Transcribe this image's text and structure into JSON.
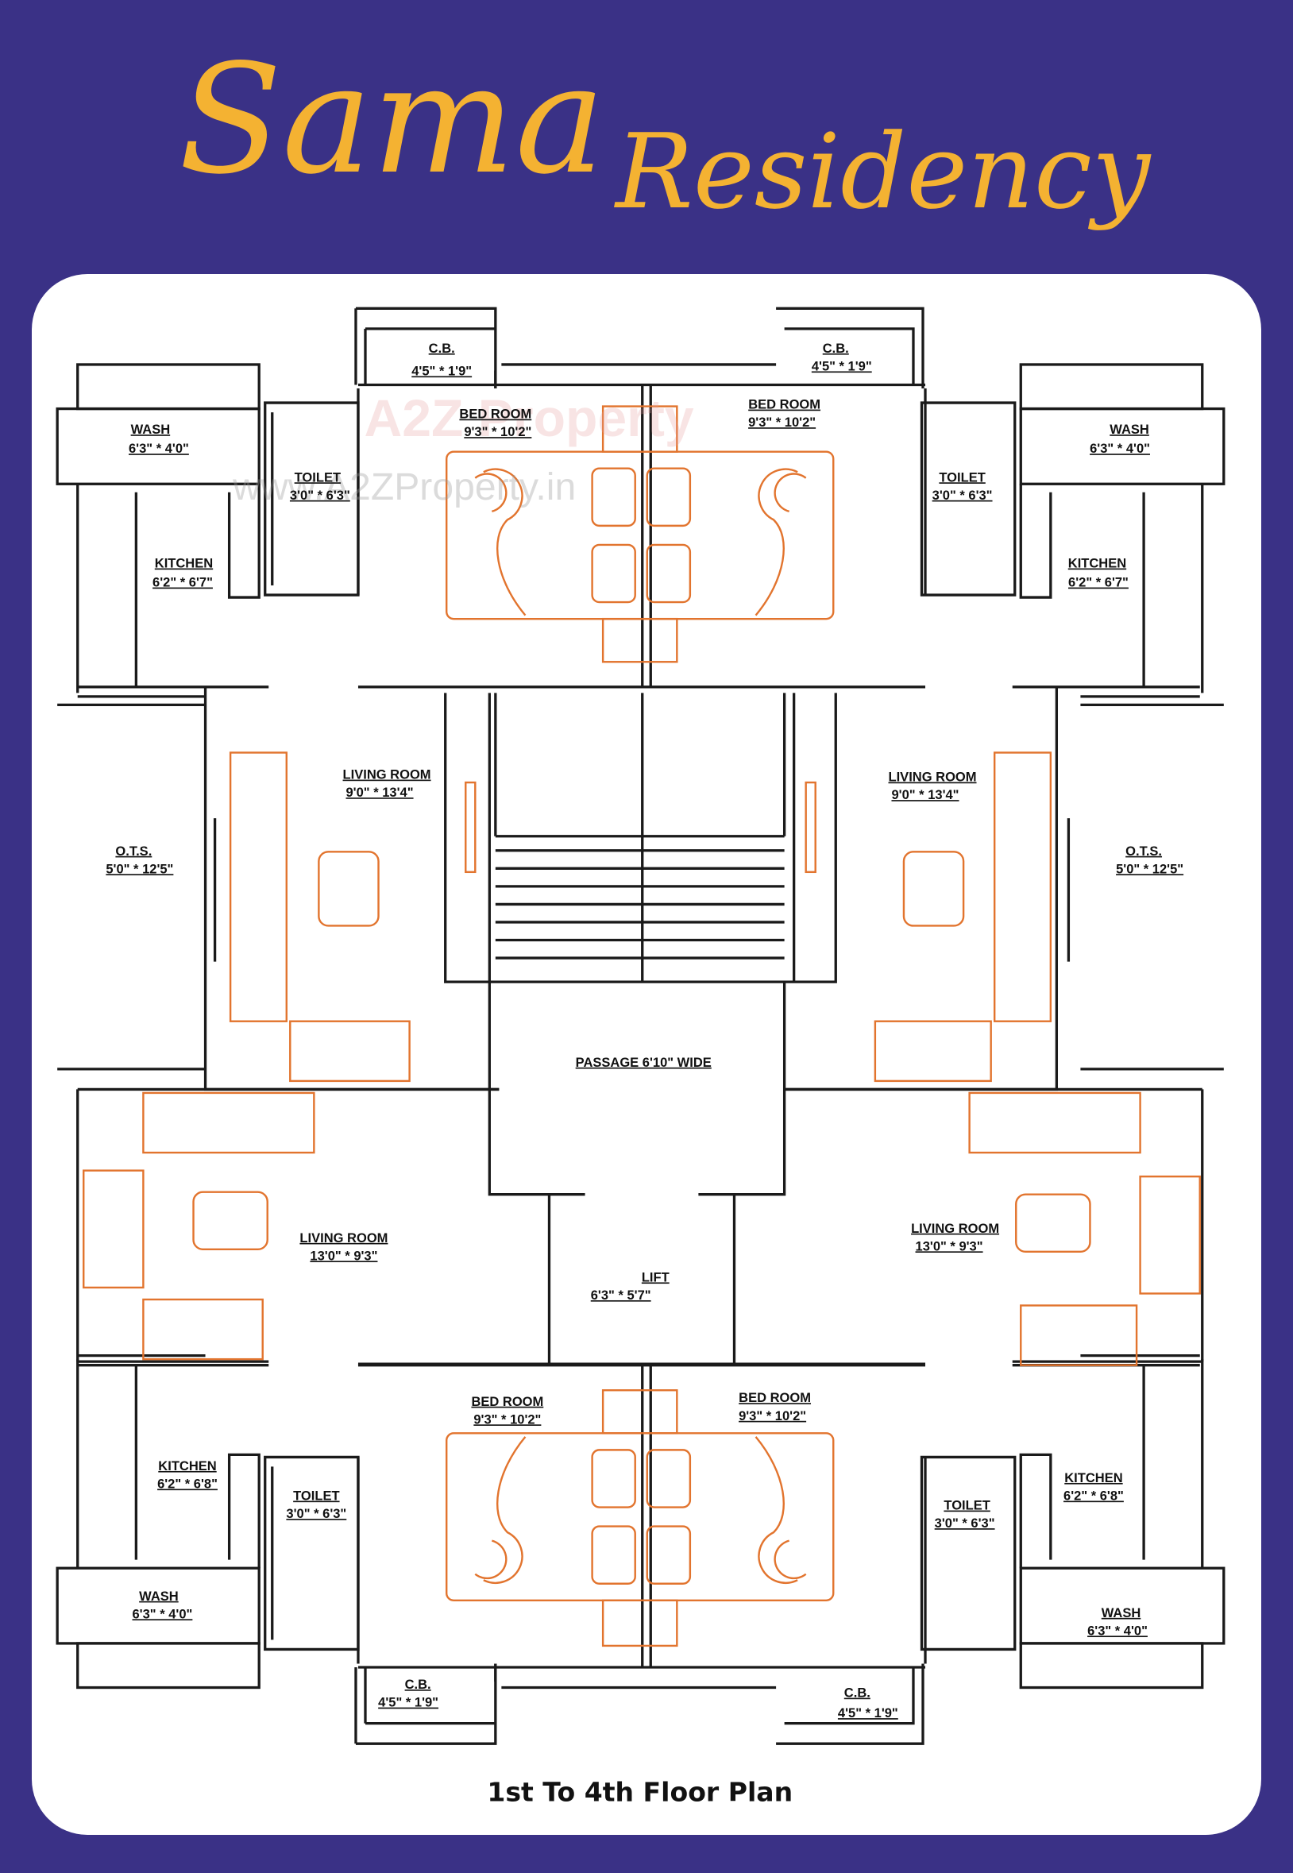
{
  "header": {
    "brand_word1": "Sama",
    "brand_word2": "Residency"
  },
  "colors": {
    "background": "#3a3186",
    "brand": "#f4b232",
    "furniture": "#e2742e",
    "walls": "#1a1a1a"
  },
  "watermark": {
    "logo": "A2Z Property",
    "url": "www.A2ZProperty.in"
  },
  "plan": {
    "title": "1st To 4th Floor Plan",
    "rooms": [
      {
        "name": "C.B.",
        "size": "4'5\" * 1'9\""
      },
      {
        "name": "C.B.",
        "size": "4'5\" * 1'9\""
      },
      {
        "name": "BED ROOM",
        "size": "9'3\" * 10'2\""
      },
      {
        "name": "BED ROOM",
        "size": "9'3\" * 10'2\""
      },
      {
        "name": "WASH",
        "size": "6'3\" * 4'0\""
      },
      {
        "name": "WASH",
        "size": "6'3\" * 4'0\""
      },
      {
        "name": "TOILET",
        "size": "3'0\" * 6'3\""
      },
      {
        "name": "TOILET",
        "size": "3'0\" * 6'3\""
      },
      {
        "name": "KITCHEN",
        "size": "6'2\" * 6'7\""
      },
      {
        "name": "KITCHEN",
        "size": "6'2\" * 6'7\""
      },
      {
        "name": "O.T.S.",
        "size": "5'0\" * 12'5\""
      },
      {
        "name": "O.T.S.",
        "size": "5'0\" * 12'5\""
      },
      {
        "name": "LIVING ROOM",
        "size": "9'0\" * 13'4\""
      },
      {
        "name": "LIVING ROOM",
        "size": "9'0\" * 13'4\""
      },
      {
        "name": "PASSAGE 6'10\" WIDE",
        "size": ""
      },
      {
        "name": "LIVING ROOM",
        "size": "13'0\" * 9'3\""
      },
      {
        "name": "LIVING ROOM",
        "size": "13'0\" * 9'3\""
      },
      {
        "name": "LIFT",
        "size": "6'3\" * 5'7\""
      },
      {
        "name": "BED ROOM",
        "size": "9'3\" * 10'2\""
      },
      {
        "name": "BED ROOM",
        "size": "9'3\" * 10'2\""
      },
      {
        "name": "KITCHEN",
        "size": "6'2\" * 6'8\""
      },
      {
        "name": "KITCHEN",
        "size": "6'2\" * 6'8\""
      },
      {
        "name": "TOILET",
        "size": "3'0\" * 6'3\""
      },
      {
        "name": "TOILET",
        "size": "3'0\" * 6'3\""
      },
      {
        "name": "WASH",
        "size": "6'3\" * 4'0\""
      },
      {
        "name": "WASH",
        "size": "6'3\" * 4'0\""
      },
      {
        "name": "C.B.",
        "size": "4'5\" * 1'9\""
      },
      {
        "name": "C.B.",
        "size": "4'5\" * 1'9\""
      }
    ]
  }
}
